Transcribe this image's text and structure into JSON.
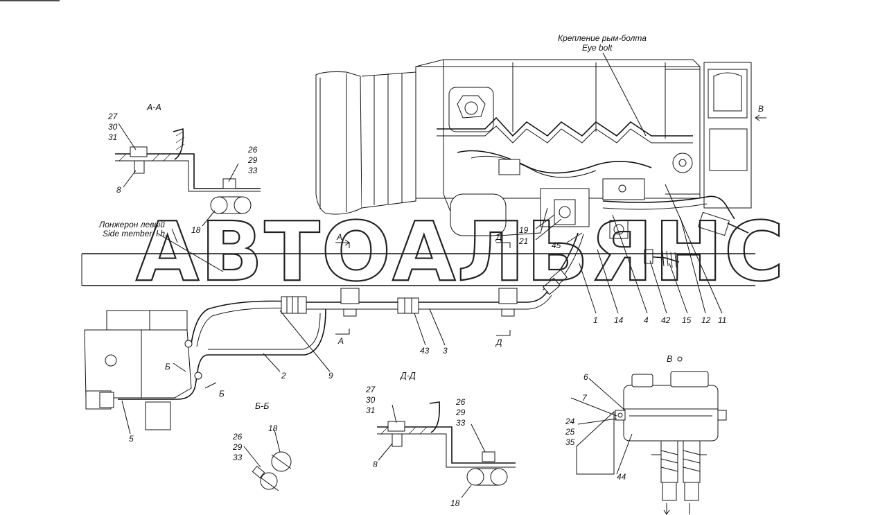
{
  "watermark": "АВТОАЛЬЯНС",
  "views": {
    "section_aa": "А-А",
    "section_bb": "Б-Б",
    "section_dd": "Д-Д",
    "view_v": "В"
  },
  "annotations": {
    "eye_bolt_ru": "Крепление рым-болта",
    "eye_bolt_en": "Eye bolt",
    "side_member_ru": "Лонжерон левый",
    "side_member_en": "Side member, l.h."
  },
  "section_markers": {
    "a_upper": "А",
    "a_lower": "А",
    "d_upper": "Д",
    "d_lower": "Д",
    "b_upper": "Б",
    "b_lower": "Б",
    "v_arrow": "В"
  },
  "callouts": {
    "aa_27": "27",
    "aa_30": "30",
    "aa_31": "31",
    "aa_8": "8",
    "aa_26": "26",
    "aa_29": "29",
    "aa_33": "33",
    "aa_18": "18",
    "m_19": "19",
    "m_21": "21",
    "m_45": "45",
    "m_1": "1",
    "m_14": "14",
    "m_4": "4",
    "m_42": "42",
    "m_15": "15",
    "m_12": "12",
    "m_11": "11",
    "m_9": "9",
    "m_2": "2",
    "m_43": "43",
    "m_3": "3",
    "m_5": "5",
    "bb_18": "18",
    "bb_26": "26",
    "bb_29": "29",
    "bb_33": "33",
    "dd_27": "27",
    "dd_30": "30",
    "dd_31": "31",
    "dd_8": "8",
    "dd_26": "26",
    "dd_29": "29",
    "dd_33": "33",
    "dd_18": "18",
    "v_6": "6",
    "v_7": "7",
    "v_24": "24",
    "v_25": "25",
    "v_35": "35",
    "v_44": "44"
  }
}
